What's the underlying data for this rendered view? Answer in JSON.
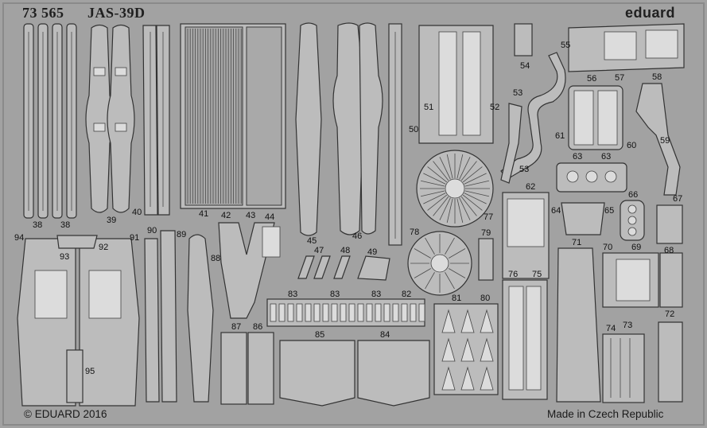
{
  "fret": {
    "set_number": "73 565",
    "model": "JAS-39D",
    "brand": "eduard",
    "copyright": "© EDUARD 2016",
    "origin": "Made in Czech Republic",
    "colors": {
      "background": "#a2a2a2",
      "part": "#bcbcbc",
      "outline": "#333333"
    }
  },
  "part_numbers": {
    "n38a": "38",
    "n38b": "38",
    "n39": "39",
    "n40": "40",
    "n41": "41",
    "n42": "42",
    "n43": "43",
    "n44": "44",
    "n45": "45",
    "n46": "46",
    "n47": "47",
    "n48": "48",
    "n49": "49",
    "n50": "50",
    "n51": "51",
    "n52": "52",
    "n53a": "53",
    "n53b": "53",
    "n54": "54",
    "n55": "55",
    "n56": "56",
    "n57": "57",
    "n58": "58",
    "n59": "59",
    "n60": "60",
    "n61": "61",
    "n62": "62",
    "n63a": "63",
    "n63b": "63",
    "n64": "64",
    "n65": "65",
    "n66": "66",
    "n67": "67",
    "n68": "68",
    "n69": "69",
    "n70": "70",
    "n71": "71",
    "n72": "72",
    "n73": "73",
    "n74": "74",
    "n75": "75",
    "n76": "76",
    "n77": "77",
    "n78": "78",
    "n79": "79",
    "n80": "80",
    "n81": "81",
    "n82": "82",
    "n83a": "83",
    "n83b": "83",
    "n83c": "83",
    "n84": "84",
    "n85": "85",
    "n86": "86",
    "n87": "87",
    "n88": "88",
    "n89": "89",
    "n90": "90",
    "n91": "91",
    "n92": "92",
    "n93": "93",
    "n94": "94",
    "n95": "95"
  }
}
